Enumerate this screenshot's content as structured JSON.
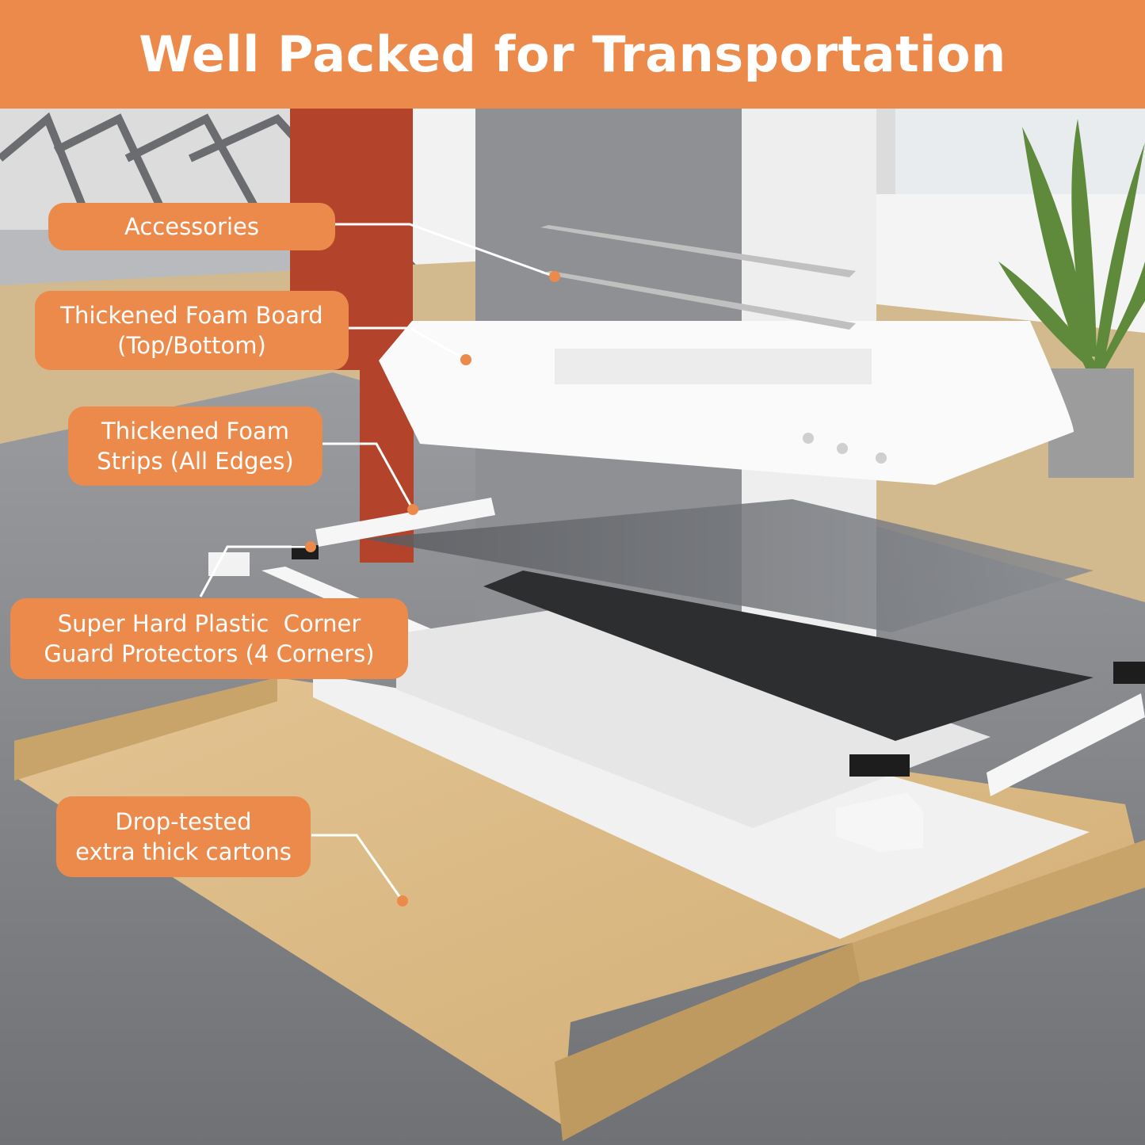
{
  "header": {
    "title": "Well Packed for Transportation"
  },
  "callouts": [
    {
      "id": "accessories",
      "lines": [
        "Accessories"
      ]
    },
    {
      "id": "foam-board",
      "lines": [
        "Thickened Foam Board",
        "(Top/Bottom)"
      ]
    },
    {
      "id": "foam-strips",
      "lines": [
        "Thickened Foam",
        "Strips (All Edges)"
      ]
    },
    {
      "id": "corner-guards",
      "lines": [
        "Super Hard Plastic  Corner",
        "Guard Protectors (4 Corners)"
      ]
    },
    {
      "id": "cartons",
      "lines": [
        "Drop-tested",
        "extra thick cartons"
      ]
    }
  ],
  "colors": {
    "accent": "#ec8a4b",
    "label_text": "#ffffff",
    "leader_line": "#ffffff"
  }
}
